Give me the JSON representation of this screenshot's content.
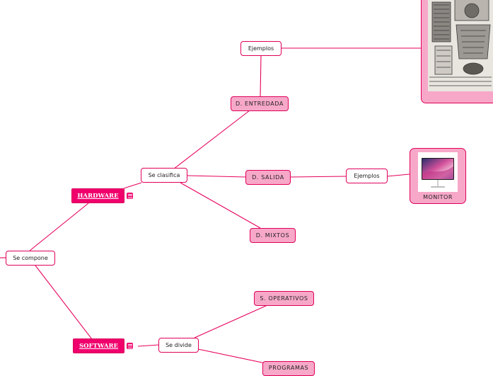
{
  "nodes": {
    "se_compone": "Se compone",
    "hardware": "HARDWARE",
    "software": "SOFTWARE",
    "se_clasifica": "Se clasifica",
    "se_divide": "Se divide",
    "d_entredada": "D. ENTREDADA",
    "d_salida": "D. SALIDA",
    "d_mixtos": "D. MIXTOS",
    "ejemplos_entrada": "Ejemplos",
    "ejemplos_salida": "Ejemplos",
    "s_operativos": "S. OPERATIVOS",
    "programas": "PROGRAMAS",
    "monitor": "MONITOR"
  },
  "icons": {
    "hardware_note": "note-icon",
    "software_note": "note-icon",
    "monitor_image": "monitor-image",
    "engraving_image": "engraving-image"
  },
  "colors": {
    "accent": "#f0006c",
    "line": "#e6005c",
    "pink_fill": "#f7a8c8"
  }
}
